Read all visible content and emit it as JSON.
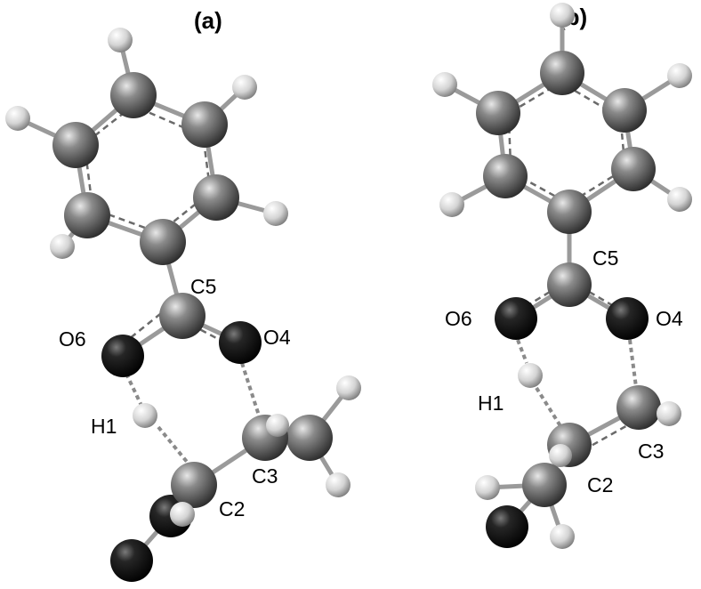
{
  "panels": [
    {
      "label": "(a)",
      "atom_labels": [
        "C5",
        "O6",
        "O4",
        "H1",
        "C3",
        "C2"
      ]
    },
    {
      "label": "(b)",
      "atom_labels": [
        "C5",
        "O6",
        "O4",
        "H1",
        "C3",
        "C2"
      ]
    }
  ],
  "colors": {
    "carbon": "#6a6a6a",
    "oxygen": "#161616",
    "hydrogen": "#d6d6d6",
    "bond": "#9a9a9a",
    "hbond": "#7d7d7d"
  }
}
